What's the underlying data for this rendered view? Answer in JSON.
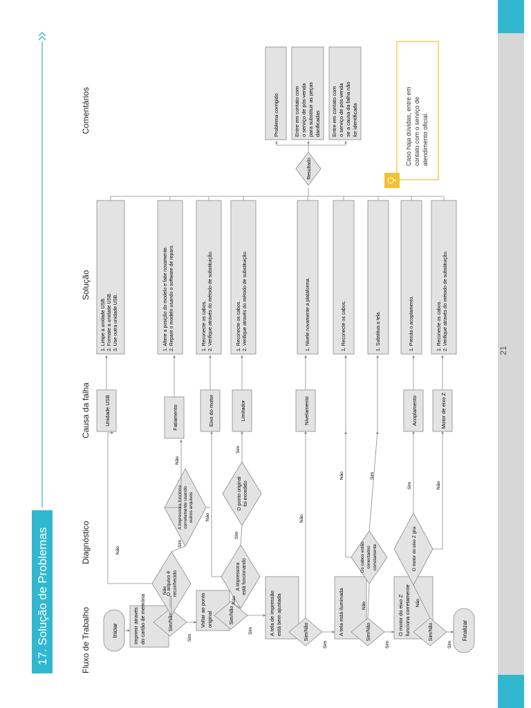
{
  "section_title": "17. Solução de Problemas",
  "page_number": "21",
  "forward_icon": "double-chevron-icon",
  "colors": {
    "accent": "#31b8cf",
    "box_fill": "#e3e3e3",
    "line": "#8a8a8a",
    "note_border": "#f2c230"
  },
  "columns": {
    "workflow": "Fluxo de Trabalho",
    "diagnosis": "Diagnóstico",
    "cause": "Causa da falha",
    "solution": "Solução",
    "comments": "Comentários"
  },
  "workflow": {
    "start": "Iniciar",
    "step1": [
      "Imprimir através",
      "do cartão de memória"
    ],
    "step2": [
      "Voltar ao ponto",
      "original"
    ],
    "step3": [
      "A tela de impressão",
      "está bem ajustada"
    ],
    "step4": "A tela está iluminada",
    "step5": [
      "O motor do eixo Z",
      "funciona corretamente"
    ],
    "finish": "Finalizar",
    "decision": "Sim/Não"
  },
  "diagnosis": {
    "d1": [
      "O arquivo é",
      "reconhecido"
    ],
    "d2": [
      "A impressora funciona",
      "corretamente usando",
      "outros arquivos"
    ],
    "d3": [
      "A impressora",
      "está funcionando"
    ],
    "d4": [
      "O ponto original",
      "foi excedido"
    ],
    "d5": [
      "Os cabos estão",
      "conectados",
      "corretamente"
    ],
    "d6": "O motor do eixo Z gira"
  },
  "labels": {
    "yes": "Sim",
    "no": "Não"
  },
  "causes": [
    "Unidade USB",
    "Fatiamento",
    "Eixo do motor",
    "Limitador",
    "Nivelamento",
    "Acoplamento",
    "Motor de eixo Z"
  ],
  "solutions": [
    [
      "1. Limpe a unidade USB.",
      "2. Formate a unidade USB.",
      "3. Use outra unidade USB."
    ],
    [
      "1. Altere a posição do modelo e fatie novamente.",
      "2. Repare o modelo usando o software de reparo."
    ],
    [
      "1. Reconecte os cabos.",
      "2. Verifique através do método de substituição."
    ],
    [
      "1. Reconecte os cabos.",
      "2. Verifique através do método de substituição."
    ],
    [
      "1. Nivele novamente a plataforma."
    ],
    [
      "1. Reconecte os cabos."
    ],
    [
      "1. Substitua a tela."
    ],
    [
      "1. Prenda o acoplamento."
    ],
    [
      "1. Reconecte os cabos.",
      "2. Verifique através do método de substituição."
    ]
  ],
  "result": "Resultado",
  "outcomes": [
    [
      "Problema corrigido"
    ],
    [
      "Entre em contato com",
      "o serviço de pós-venda",
      "para substituir as peças",
      "danificadas"
    ],
    [
      "Entre em contato com",
      "o serviço de pós-venda",
      "se a causa da falha não",
      "for identificada"
    ]
  ],
  "note": [
    "Caso haja dúvidas, entre em",
    "contato com o serviço de",
    "atendimento oficial."
  ],
  "note_icon": "lightbulb-icon"
}
